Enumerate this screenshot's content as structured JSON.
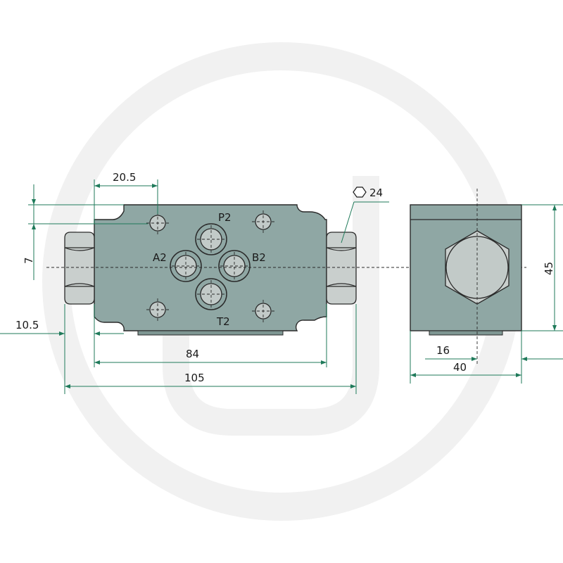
{
  "watermark_color": "#f1f1f1",
  "body_color": "#8fa7a4",
  "dimension_color": "#1f7a5a",
  "ports": {
    "p": "P2",
    "a": "A2",
    "b": "B2",
    "t": "T2"
  },
  "dimensions": {
    "hole_offset": "20.5",
    "height_small": "7",
    "nut_width": "10.5",
    "body_length": "84",
    "overall_length": "105",
    "wrench_size": "24",
    "side_height": "45",
    "side_offset": "16",
    "side_width": "40"
  },
  "icons": {
    "wrench_size_symbol": "hexagon-icon"
  }
}
